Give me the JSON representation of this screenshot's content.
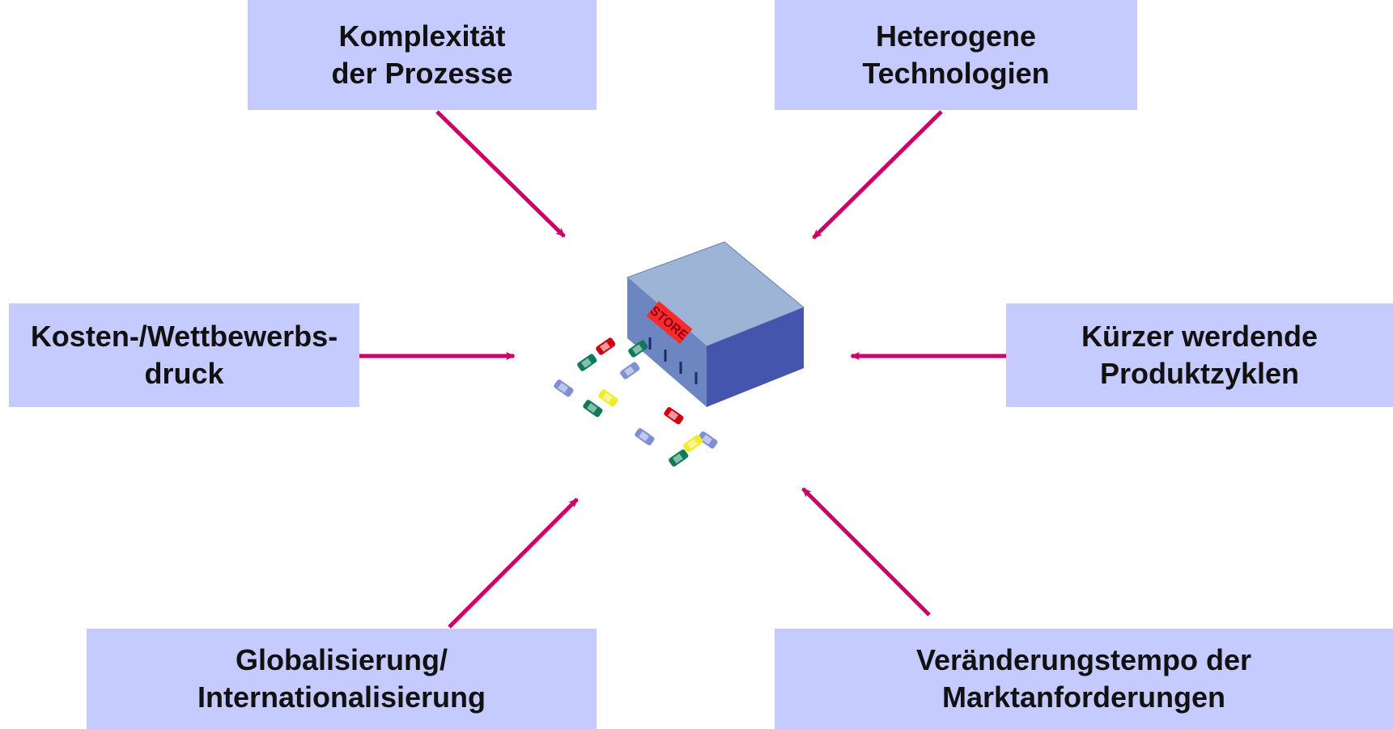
{
  "boxes": {
    "top_left": {
      "line1": "Komplexität",
      "line2": "der Prozesse"
    },
    "top_right": {
      "line1": "Heterogene",
      "line2": "Technologien"
    },
    "middle_left": {
      "line1": "Kosten-/Wettbewerbs-",
      "line2": "druck"
    },
    "middle_right": {
      "line1": "Kürzer werdende",
      "line2": "Produktzyklen"
    },
    "bottom_left": {
      "line1": "Globalisierung/",
      "line2": "Internationalisierung"
    },
    "bottom_right": {
      "line1": "Veränderungstempo der",
      "line2": "Marktanforderungen"
    }
  },
  "center": {
    "sign": "STORE",
    "icon": "store-with-parking-lot-icon"
  },
  "colors": {
    "box_fill": "#c5cbff",
    "arrow": "#cc0066",
    "roof": "#9db4d6",
    "front": "#6c86c2",
    "side": "#4555ad",
    "sign": "#ff2b2b"
  }
}
